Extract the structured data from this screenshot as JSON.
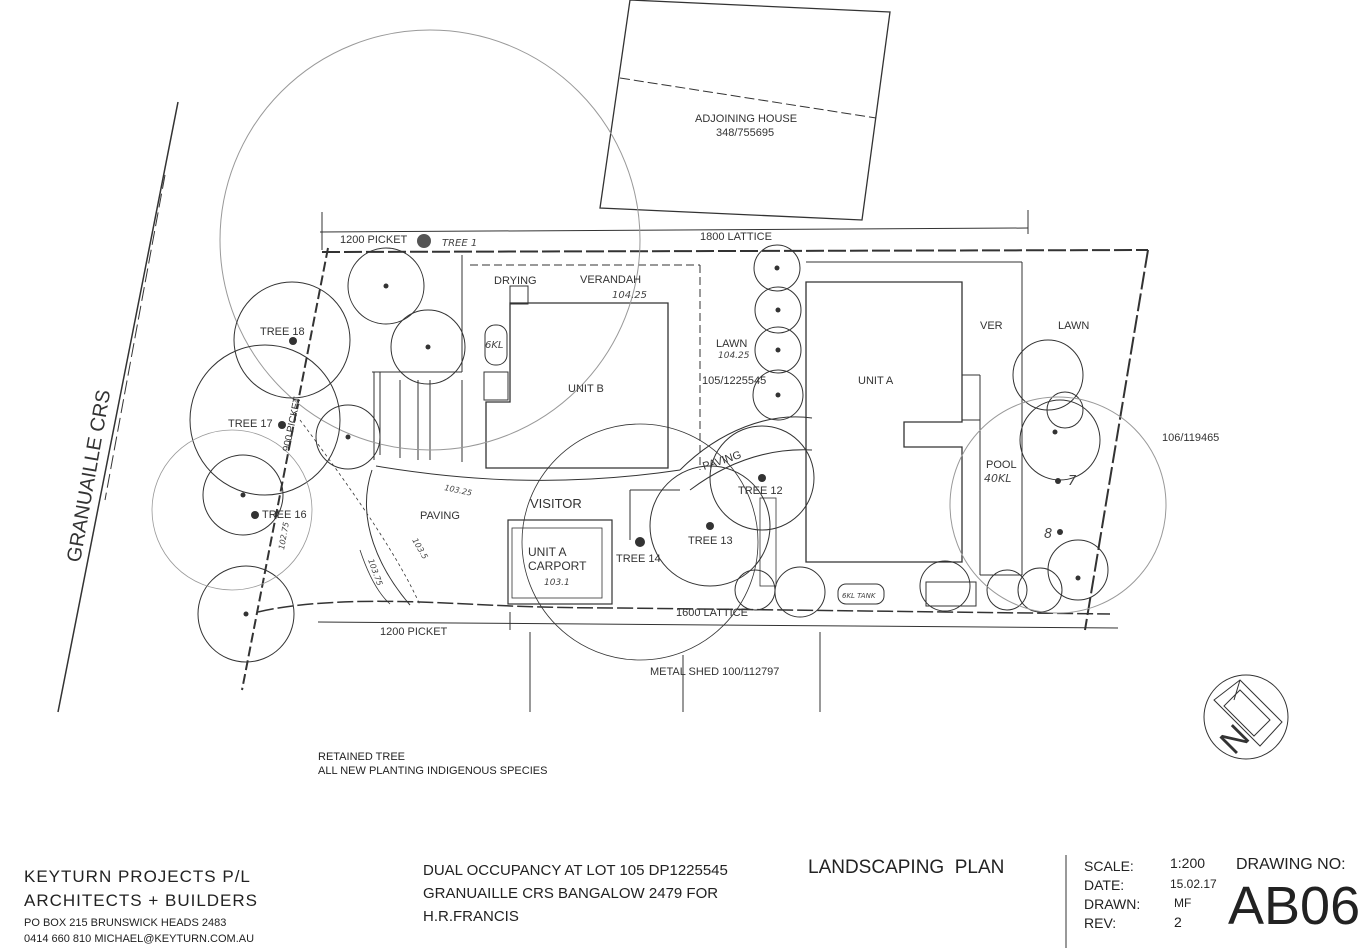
{
  "plan": {
    "street": "GRANUAILLE CRS",
    "adjoining_house": "ADJOINING HOUSE",
    "adjoining_house_lot": "348/755695",
    "fence_top_left": "1200 PICKET",
    "fence_top_right": "1800 LATTICE",
    "fence_bottom_left": "1200 PICKET",
    "fence_bottom_right": "1600 LATTICE",
    "fence_left": "900 PICKET",
    "tree_top": "TREE 1",
    "drying": "DRYING",
    "verandah": "VERANDAH",
    "verandah_level": "104.25",
    "tank_b": "6KL",
    "unit_b": "UNIT B",
    "lawn_mid": "LAWN",
    "lawn_mid_level": "104.25",
    "lot_mid": "105/1225545",
    "unit_a": "UNIT A",
    "ver": "VER",
    "lawn_right": "LAWN",
    "pool": "POOL",
    "pool_tank": "40KL",
    "lot_right": "106/119465",
    "tree_7": "7",
    "tree_8": "8",
    "tree_18": "TREE 18",
    "tree_17": "TREE 17",
    "tree_16": "TREE 16",
    "tree_14": "TREE 14",
    "tree_13": "TREE 13",
    "tree_12": "TREE 12",
    "paving_left": "PAVING",
    "paving_mid": "PAVING",
    "visitor": "VISITOR",
    "carport_1": "UNIT A",
    "carport_2": "CARPORT",
    "carport_level": "103.1",
    "shed": "METAL SHED 100/112797",
    "level_1": "103.25",
    "level_2": "103.5",
    "level_3": "103.75",
    "level_4": "102.75",
    "gutter": "6KL TANK"
  },
  "notes": {
    "line1": "RETAINED TREE",
    "line2": "ALL NEW PLANTING INDIGENOUS SPECIES"
  },
  "title_block": {
    "company": "KEYTURN PROJECTS P/L",
    "subtitle": "ARCHITECTS + BUILDERS",
    "address": "PO BOX 215 BRUNSWICK HEADS 2483",
    "contact": "0414 660 810 MICHAEL@KEYTURN.COM.AU",
    "project_line1": "DUAL OCCUPANCY AT LOT 105 DP1225545",
    "project_line2": "GRANUAILLE CRS BANGALOW 2479 FOR",
    "project_line3": "H.R.FRANCIS",
    "drawing_title": "LANDSCAPING  PLAN",
    "scale_label": "SCALE:",
    "scale_value": "1:200",
    "date_label": "DATE:",
    "date_value": "15.02.17",
    "drawn_label": "DRAWN:",
    "drawn_value": "MF",
    "rev_label": "REV:",
    "rev_value": "2",
    "drawing_no_label": "DRAWING NO:",
    "drawing_no": "AB06"
  },
  "north_arrow": "N"
}
